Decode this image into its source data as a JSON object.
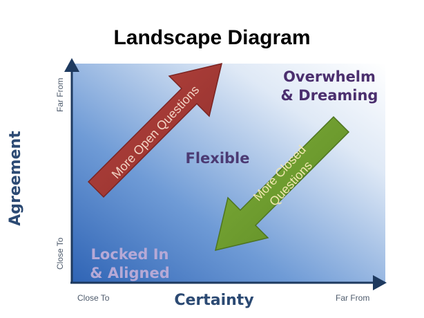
{
  "title": "Landscape Diagram",
  "quadrants": {
    "top_right": "Overwhelm\n& Dreaming",
    "center": "Flexible",
    "bottom_left": "Locked In\n& Aligned"
  },
  "x_axis": {
    "title": "Certainty",
    "start_label": "Close To",
    "end_label": "Far From"
  },
  "y_axis": {
    "title": "Agreement",
    "start_label": "Close To",
    "end_label": "Far From"
  },
  "arrows": {
    "up_label": "More Open Questions",
    "down_label": "More Closed\nQuestions"
  },
  "colors": {
    "gradient_dark": "#3f75c4",
    "gradient_light": "#ffffff",
    "axis": "#1e3a5f",
    "up_arrow": "#a23a36",
    "down_arrow": "#6a9a2c",
    "quadrant_dark": "#4b2f6e",
    "quadrant_light": "#b6a9d6"
  }
}
